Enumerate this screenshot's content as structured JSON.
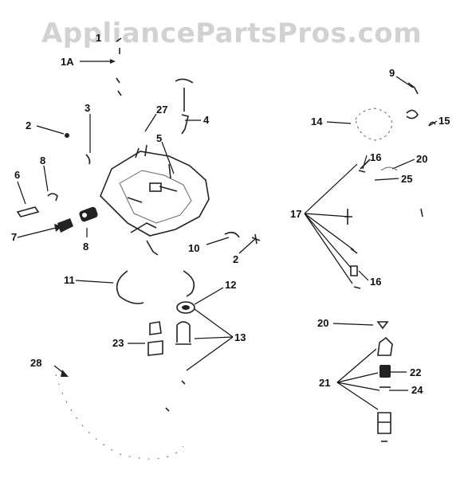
{
  "watermark": {
    "text": "AppliancePartsPros.com"
  },
  "callouts": {
    "1": "1",
    "1A": "1A",
    "2": "2",
    "2b": "2",
    "3": "3",
    "4": "4",
    "5": "5",
    "6": "6",
    "7": "7",
    "8a": "8",
    "8b": "8",
    "9": "9",
    "10": "10",
    "11": "11",
    "12": "12",
    "13": "13",
    "14": "14",
    "15": "15",
    "16a": "16",
    "16b": "16",
    "17": "17",
    "20a": "20",
    "20b": "20",
    "21": "21",
    "22": "22",
    "23": "23",
    "24": "24",
    "25": "25",
    "27": "27",
    "28": "28"
  }
}
